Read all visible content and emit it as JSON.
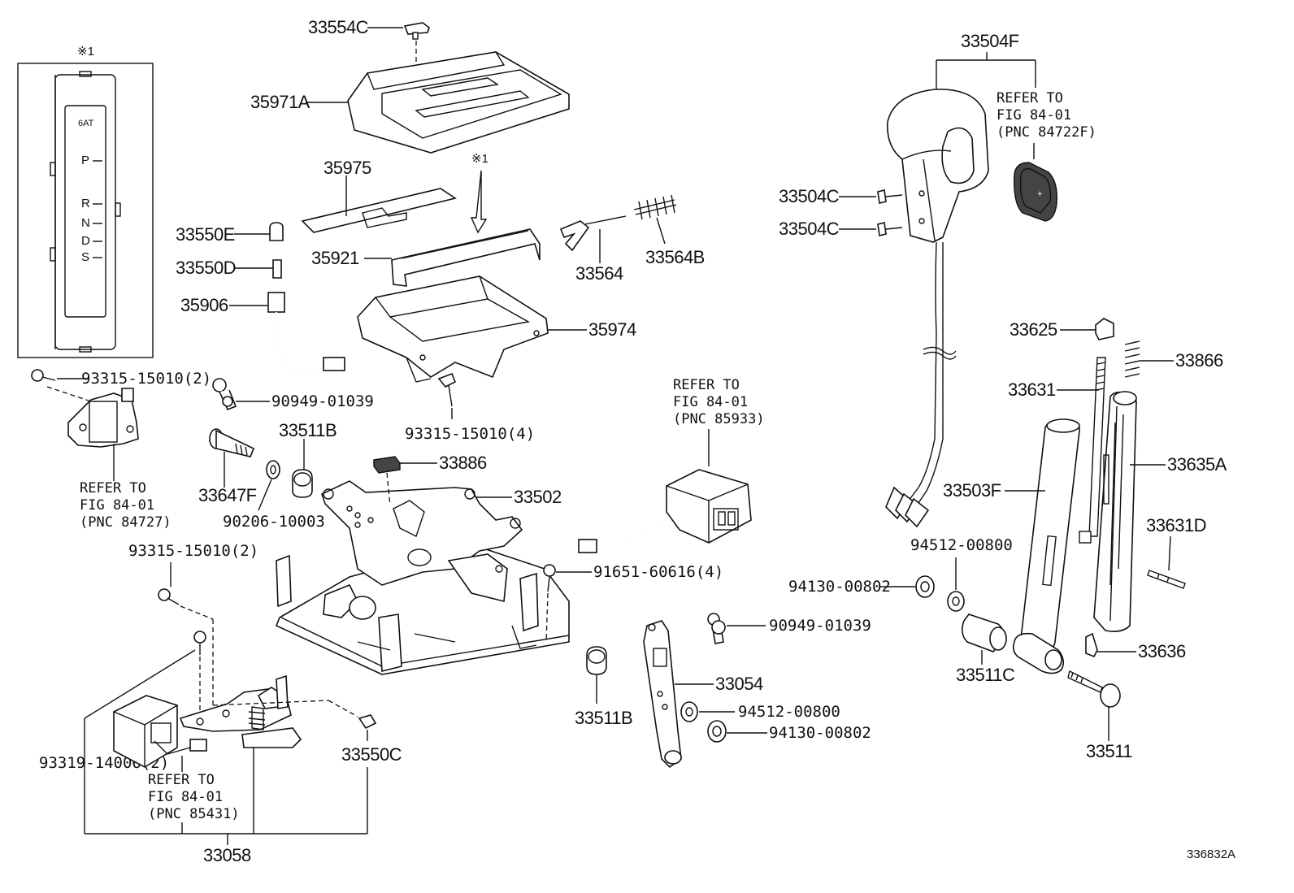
{
  "diagram_id": "336832A",
  "note_symbol": "※1",
  "arrow_note": "※1",
  "indicator_panel": {
    "title": "6AT",
    "positions": [
      "P",
      "R",
      "N",
      "D",
      "S"
    ]
  },
  "parts": {
    "p33554C": "33554C",
    "p35971A": "35971A",
    "p35975": "35975",
    "p33550E": "33550E",
    "p33550D": "33550D",
    "p35921": "35921",
    "p35906": "35906",
    "p33564": "33564",
    "p33564B": "33564B",
    "p35974": "35974",
    "p93315_4": "93315-15010(4)",
    "p93315_2a": "93315-15010(2)",
    "p90949a": "90949-01039",
    "p33511B_a": "33511B",
    "p33647F": "33647F",
    "p90206": "90206-10003",
    "p33886": "33886",
    "p33502": "33502",
    "p93315_2b": "93315-15010(2)",
    "p91651": "91651-60616(4)",
    "p93319": "93319-14006(2)",
    "p33550C": "33550C",
    "p33058": "33058",
    "p33511B_b": "33511B",
    "p33054": "33054",
    "p94512b": "94512-00800",
    "p94130b": "94130-00802",
    "p90949b": "90949-01039",
    "p33504F": "33504F",
    "p33504C_a": "33504C",
    "p33504C_b": "33504C",
    "p33625": "33625",
    "p33866": "33866",
    "p33631": "33631",
    "p33635A": "33635A",
    "p33503F": "33503F",
    "p33631D": "33631D",
    "p94512a": "94512-00800",
    "p94130a": "94130-00802",
    "p33511C": "33511C",
    "p33636": "33636",
    "p33511": "33511"
  },
  "refs": {
    "r84727": [
      "REFER TO",
      "FIG 84-01",
      "(PNC 84727)"
    ],
    "r85933": [
      "REFER TO",
      "FIG 84-01",
      "(PNC 85933)"
    ],
    "r84722F": [
      "REFER TO",
      "FIG 84-01",
      "(PNC 84722F)"
    ],
    "r85431": [
      "REFER TO",
      "FIG 84-01",
      "(PNC 85431)"
    ]
  }
}
